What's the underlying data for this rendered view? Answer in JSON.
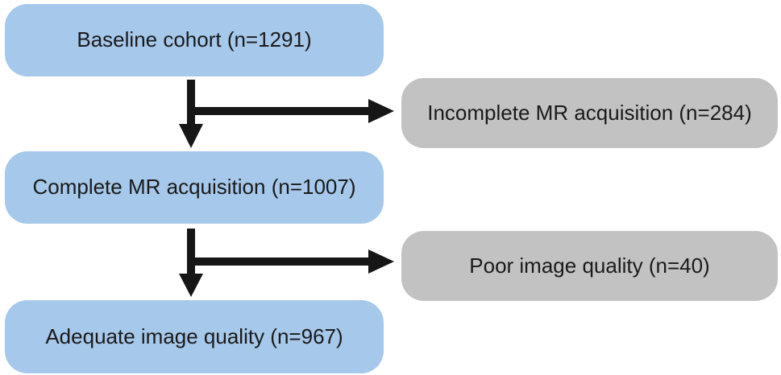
{
  "diagram": {
    "type": "flowchart",
    "nodes": {
      "baseline": {
        "label": "Baseline cohort (n=1291)",
        "n": 1291,
        "kind": "included"
      },
      "incomplete": {
        "label": "Incomplete MR acquisition (n=284)",
        "n": 284,
        "kind": "excluded"
      },
      "complete": {
        "label": "Complete MR acquisition (n=1007)",
        "n": 1007,
        "kind": "included"
      },
      "poor": {
        "label": "Poor image quality (n=40)",
        "n": 40,
        "kind": "excluded"
      },
      "adequate": {
        "label": "Adequate image quality (n=967)",
        "n": 967,
        "kind": "included"
      }
    },
    "edges": [
      {
        "from": "baseline",
        "to": "complete",
        "branch_to": "incomplete"
      },
      {
        "from": "complete",
        "to": "adequate",
        "branch_to": "poor"
      }
    ],
    "colors": {
      "included_fill": "#a6c8ea",
      "excluded_fill": "#c2c2c2",
      "arrow": "#161616",
      "text": "#1a1a1a",
      "background": "#ffffff"
    }
  }
}
